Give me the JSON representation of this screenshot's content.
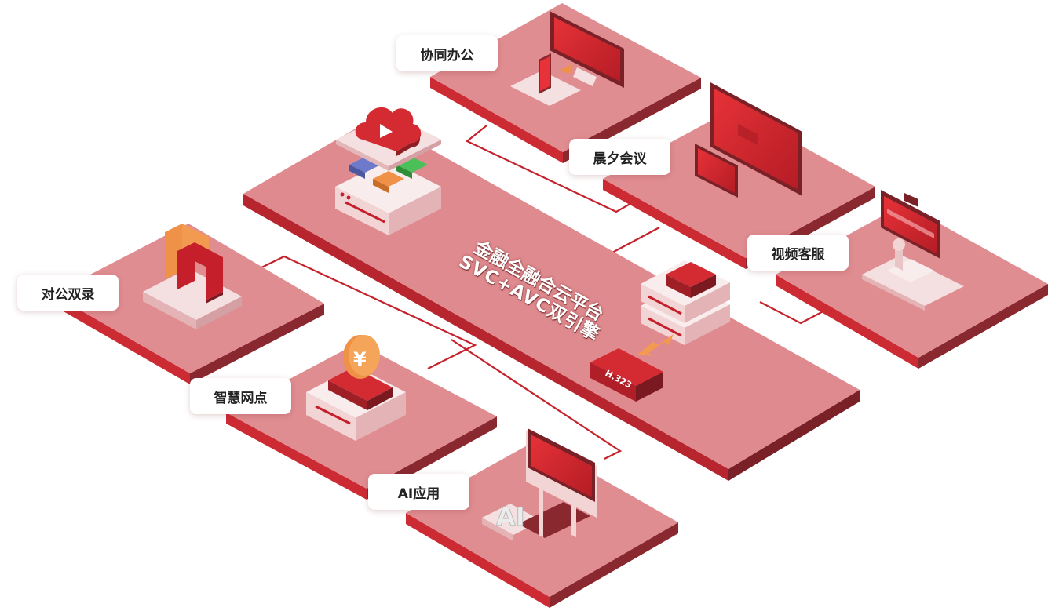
{
  "platform": {
    "title_line1": "金融全融合云平台",
    "title_line2": "SVC+AVC双引擎",
    "protocol_label": "H.323"
  },
  "nodes": {
    "collab": "协同办公",
    "meeting": "晨夕会议",
    "video_service": "视频客服",
    "dual_record": "对公双录",
    "smart_branch": "智慧网点",
    "ai_app": "AI应用"
  },
  "icons": {
    "cloud": "cloud-play-icon",
    "collab": "monitor-phone-icon",
    "meeting": "dual-screen-icon",
    "video_service": "video-terminal-icon",
    "dual_record": "dual-record-icon",
    "smart_branch": "yuan-coin-icon",
    "ai_app": "ai-display-icon",
    "gateway": "h323-gateway-icon"
  },
  "colors": {
    "platform_top": "#df8a8e",
    "platform_side": "#cc2b34",
    "platform_dark": "#7a2128",
    "accent_red": "#c41f2a",
    "connector": "#c4222c",
    "accent_orange": "#ee8a3c"
  },
  "yuan_symbol": "¥",
  "ai_symbol": "AI"
}
